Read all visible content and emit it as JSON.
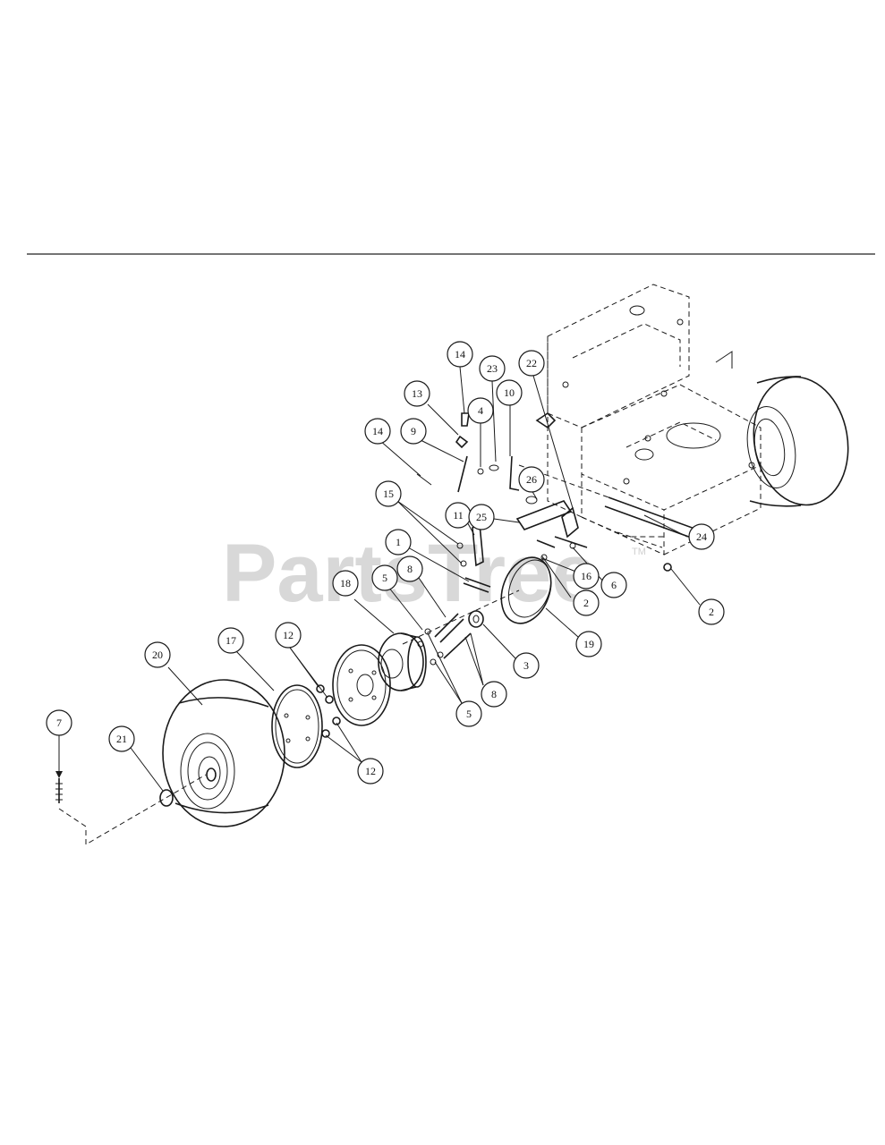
{
  "watermark": {
    "text": "PartsTree",
    "mark": "TM"
  },
  "callouts": [
    {
      "label": "14"
    },
    {
      "label": "23"
    },
    {
      "label": "22"
    },
    {
      "label": "13"
    },
    {
      "label": "4"
    },
    {
      "label": "10"
    },
    {
      "label": "14"
    },
    {
      "label": "9"
    },
    {
      "label": "26"
    },
    {
      "label": "15"
    },
    {
      "label": "11"
    },
    {
      "label": "25"
    },
    {
      "label": "24"
    },
    {
      "label": "1"
    },
    {
      "label": "16"
    },
    {
      "label": "6"
    },
    {
      "label": "8"
    },
    {
      "label": "5"
    },
    {
      "label": "18"
    },
    {
      "label": "2"
    },
    {
      "label": "2"
    },
    {
      "label": "12"
    },
    {
      "label": "17"
    },
    {
      "label": "20"
    },
    {
      "label": "3"
    },
    {
      "label": "19"
    },
    {
      "label": "8"
    },
    {
      "label": "5"
    },
    {
      "label": "12"
    },
    {
      "label": "7"
    },
    {
      "label": "21"
    }
  ]
}
